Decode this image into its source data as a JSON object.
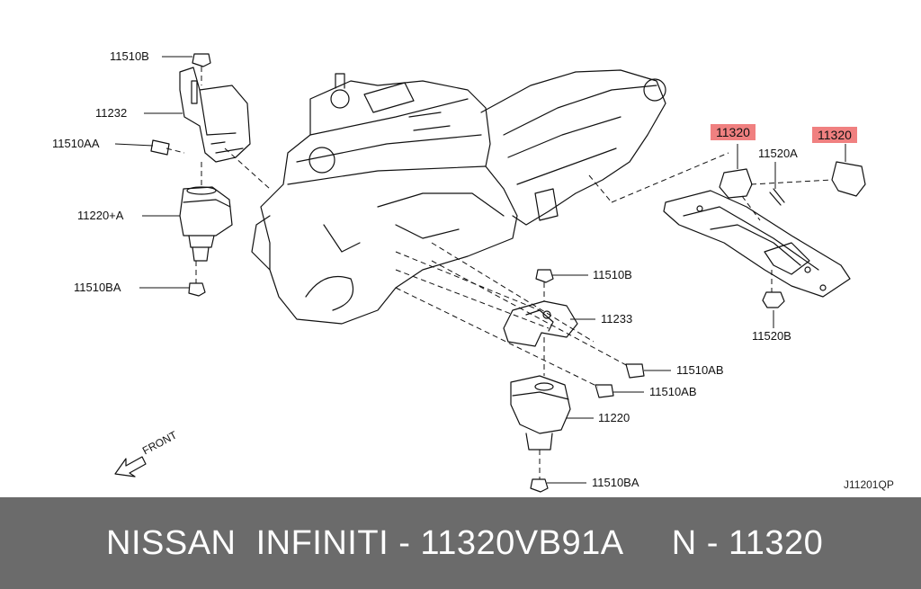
{
  "labels": {
    "l1": "11510B",
    "l2": "11232",
    "l3": "11510AA",
    "l4": "11220+A",
    "l5": "11510BA",
    "l6": "11510B",
    "l7": "11233",
    "l8": "11510AB",
    "l9": "11510AB",
    "l10": "11220",
    "l11": "11510BA",
    "l12": "11320",
    "l13": "11320",
    "l14": "11520A",
    "l15": "11520B"
  },
  "front_label": "FRONT",
  "diagram_code": "J11201QP",
  "footer": {
    "text": "NISSAN  INFINITI - 11320VB91A     N - 11320"
  },
  "colors": {
    "highlight": "#f08080",
    "footer_bg": "#6b6b6b",
    "footer_text": "#ffffff"
  }
}
